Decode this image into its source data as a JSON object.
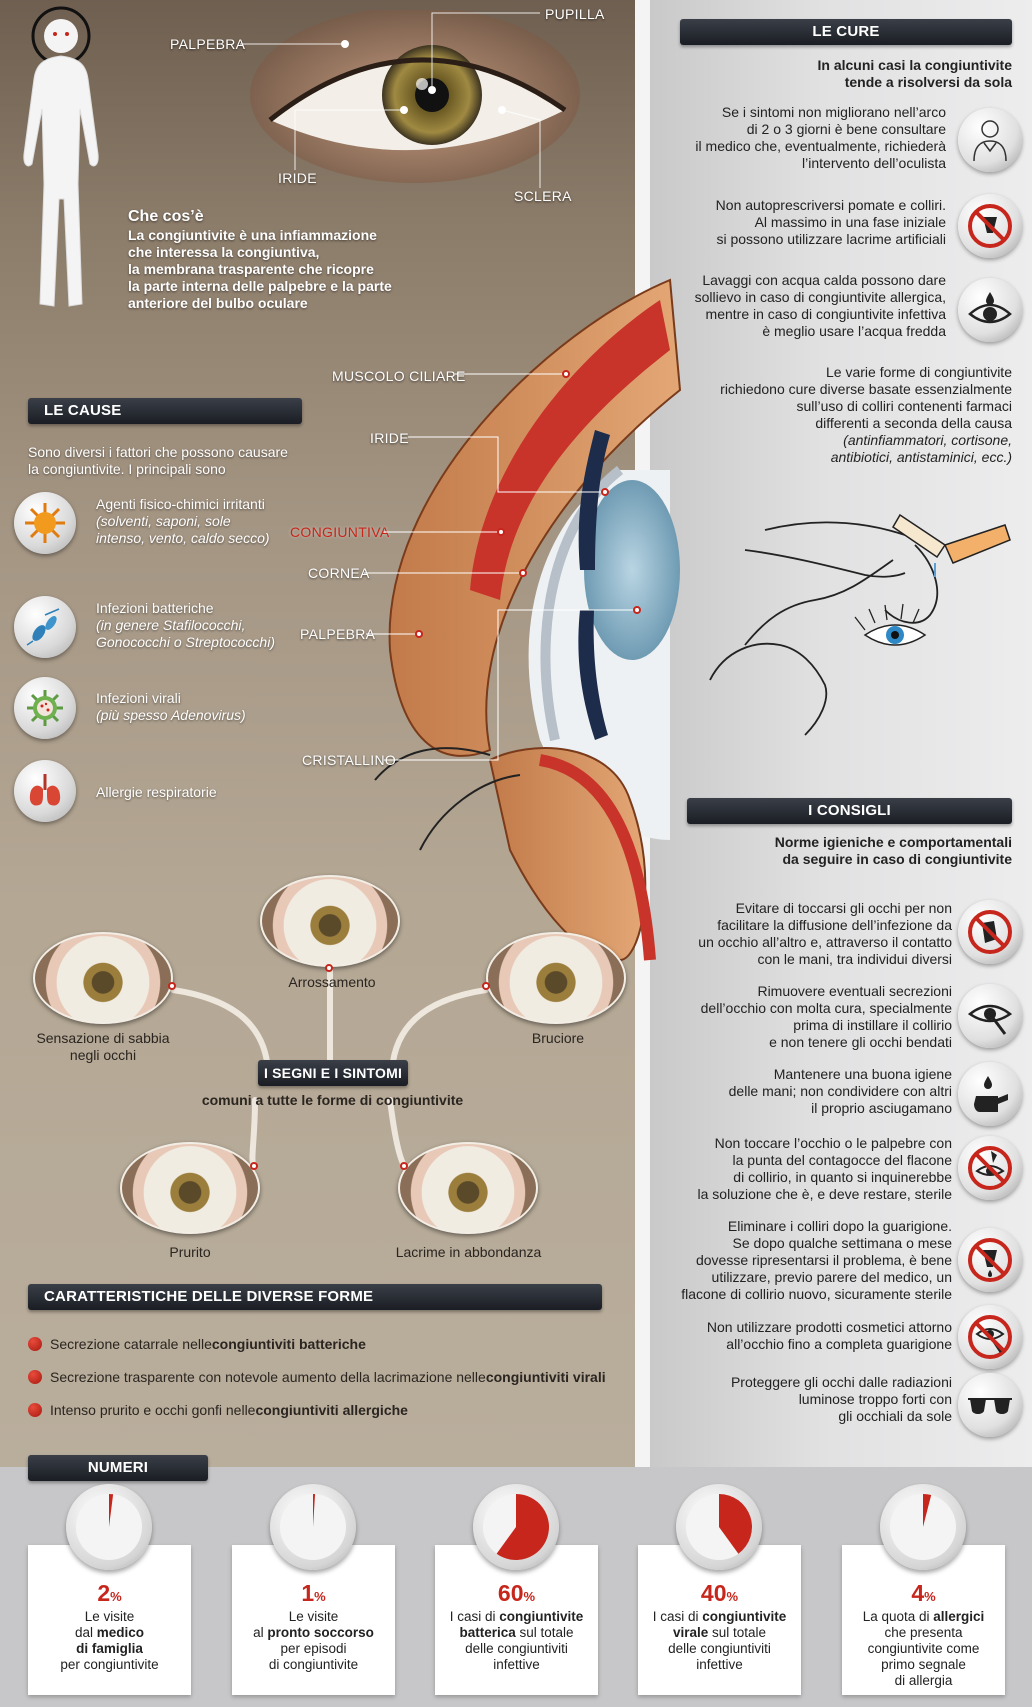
{
  "anatomy_top": {
    "pupilla": "PUPILLA",
    "palpebra": "PALPEBRA",
    "iride": "IRIDE",
    "sclera": "SCLERA"
  },
  "che_cose": {
    "title": "Che cos’è",
    "lines": [
      "La congiuntivite è una infiammazione",
      "che interessa la congiuntiva,",
      "la membrana trasparente che ricopre",
      "la parte interna delle palpebre e la parte",
      "anteriore del bulbo oculare"
    ]
  },
  "cross_section": {
    "muscolo_ciliare": "MUSCOLO CILIARE",
    "iride": "IRIDE",
    "congiuntiva": "CONGIUNTIVA",
    "cornea": "CORNEA",
    "palpebra": "PALPEBRA",
    "cristallino": "CRISTALLINO"
  },
  "le_cause": {
    "header": "LE CAUSE",
    "intro": [
      "Sono diversi i fattori che possono causare",
      "la congiuntivite. I principali sono"
    ],
    "items": [
      {
        "title": "Agenti fisico-chimici irritanti",
        "detail": [
          "(solventi, saponi, sole",
          "intenso, vento, caldo secco)"
        ],
        "icon": "sun-icon"
      },
      {
        "title": "Infezioni batteriche",
        "detail": [
          "(in genere Stafilococchi,",
          "Gonococchi o Streptococchi)"
        ],
        "icon": "bacteria-icon"
      },
      {
        "title": "Infezioni virali",
        "detail": [
          "(più spesso Adenovirus)"
        ],
        "icon": "virus-icon"
      },
      {
        "title": "Allergie respiratorie",
        "detail": [],
        "icon": "lungs-icon"
      }
    ]
  },
  "segni": {
    "header": "I SEGNI E I SINTOMI",
    "subtitle": "comuni a tutte le forme di congiuntivite",
    "items": {
      "arrossamento": "Arrossamento",
      "sabbia": [
        "Sensazione di sabbia",
        "negli occhi"
      ],
      "bruciore": "Bruciore",
      "prurito": "Prurito",
      "lacrime": "Lacrime in abbondanza"
    }
  },
  "caratteristiche": {
    "header": "CARATTERISTICHE DELLE DIVERSE FORME",
    "items": [
      {
        "text": "Secrezione catarrale nelle ",
        "bold": "congiuntiviti batteriche"
      },
      {
        "text": "Secrezione trasparente con notevole aumento della lacrimazione nelle ",
        "bold": "congiuntiviti virali"
      },
      {
        "text": "Intenso prurito e occhi gonfi nelle ",
        "bold": "congiuntiviti allergiche"
      }
    ]
  },
  "le_cure": {
    "header": "LE CURE",
    "intro": [
      "In alcuni casi la congiuntivite",
      "tende a risolversi da sola"
    ],
    "items": [
      {
        "lines": [
          "Se i sintomi non migliorano nell’arco",
          "di 2 o 3 giorni è bene consultare",
          "il medico che, eventualmente, richiederà",
          "l’intervento dell’oculista"
        ],
        "icon": "doctor-icon"
      },
      {
        "lines": [
          "Non autoprescriversi pomate e colliri.",
          "Al massimo in una fase iniziale",
          "si possono utilizzare lacrime artificiali"
        ],
        "icon": "no-drops-icon"
      },
      {
        "lines": [
          "Lavaggi con acqua calda possono dare",
          "sollievo in caso di congiuntivite allergica,",
          "mentre in caso di congiuntivite infettiva",
          "è meglio usare l’acqua fredda"
        ],
        "icon": "eye-wash-icon"
      }
    ],
    "forms": [
      "Le varie forme di congiuntivite",
      "richiedono cure diverse basate essenzialmente",
      "sull’uso di colliri contenenti farmaci",
      "differenti a seconda della causa"
    ],
    "forms_italic": [
      "(antinfiammatori, cortisone,",
      "antibiotici, antistaminici, ecc.)"
    ]
  },
  "consigli": {
    "header": "I CONSIGLI",
    "intro": [
      "Norme igieniche e comportamentali",
      "da seguire in caso di congiuntivite"
    ],
    "items": [
      {
        "lines": [
          "Evitare di toccarsi gli occhi per non",
          "facilitare la diffusione dell’infezione da",
          "un occhio all’altro e, attraverso il contatto",
          "con le mani, tra individui diversi"
        ],
        "icon": "no-touch-icon"
      },
      {
        "lines": [
          "Rimuovere eventuali secrezioni",
          "dell’occhio con molta cura, specialmente",
          "prima di instillare il collirio",
          "e non tenere gli occhi bendati"
        ],
        "icon": "eye-clean-icon"
      },
      {
        "lines": [
          "Mantenere una buona igiene",
          "delle mani; non condividere con altri",
          "il proprio asciugamano"
        ],
        "icon": "hand-wash-icon"
      },
      {
        "lines": [
          "Non toccare l’occhio o le palpebre con",
          "la punta del contagocce del flacone",
          "di collirio, in quanto si inquinerebbe",
          "la soluzione che è, e deve restare, sterile"
        ],
        "icon": "no-dropper-touch-icon"
      },
      {
        "lines": [
          "Eliminare i colliri dopo la guarigione.",
          "Se dopo qualche settimana o mese",
          "dovesse ripresentarsi il problema, è bene",
          "utilizzare, previo parere del medico, un",
          "flacone di collirio nuovo, sicuramente sterile"
        ],
        "icon": "no-old-drops-icon"
      },
      {
        "lines": [
          "Non utilizzare prodotti cosmetici attorno",
          "all’occhio fino a completa guarigione"
        ],
        "icon": "no-cosmetics-icon"
      },
      {
        "lines": [
          "Proteggere gli occhi dalle radiazioni",
          "luminose troppo forti con",
          "gli occhiali da sole"
        ],
        "icon": "sunglasses-icon"
      }
    ]
  },
  "numeri": {
    "header": "NUMERI",
    "items": [
      {
        "value": 2,
        "value_text": "2",
        "unit": "%",
        "lines": [
          [
            "Le visite",
            ""
          ],
          [
            "dal ",
            "medico"
          ],
          [
            "di famiglia",
            ""
          ],
          [
            "per congiuntivite",
            ""
          ]
        ],
        "bold_lines": [
          2
        ]
      },
      {
        "value": 1,
        "value_text": "1",
        "unit": "%",
        "lines": [
          [
            "Le visite",
            ""
          ],
          [
            "al ",
            "pronto soccorso"
          ],
          [
            "per episodi",
            ""
          ],
          [
            "di congiuntivite",
            ""
          ]
        ],
        "bold_lines": []
      },
      {
        "value": 60,
        "value_text": "60",
        "unit": "%",
        "lines": [
          [
            "I casi di ",
            "congiuntivite"
          ],
          [
            "batterica",
            " sul totale"
          ],
          [
            "delle congiuntiviti",
            ""
          ],
          [
            "infettive",
            ""
          ]
        ],
        "bold_lines": []
      },
      {
        "value": 40,
        "value_text": "40",
        "unit": "%",
        "lines": [
          [
            "I casi di ",
            "congiuntivite"
          ],
          [
            "virale",
            " sul totale"
          ],
          [
            "delle congiuntiviti",
            ""
          ],
          [
            "infettive",
            ""
          ]
        ],
        "bold_lines": []
      },
      {
        "value": 4,
        "value_text": "4",
        "unit": "%",
        "lines": [
          [
            "La quota di ",
            "allergici"
          ],
          [
            "che presenta",
            ""
          ],
          [
            "congiuntivite come",
            ""
          ],
          [
            "primo segnale",
            ""
          ],
          [
            "di allergia",
            ""
          ]
        ],
        "bold_lines": []
      }
    ]
  },
  "colors": {
    "accent_red": "#c6261b",
    "header_dark": "#1f232a"
  }
}
